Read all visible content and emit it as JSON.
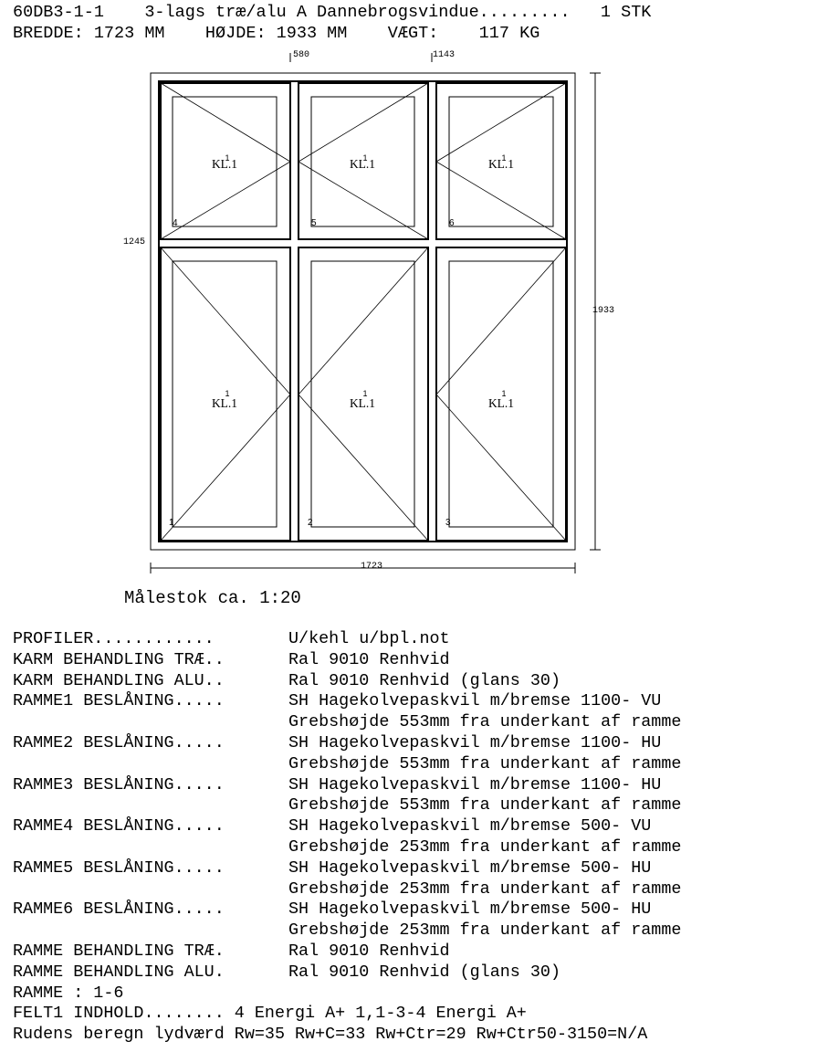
{
  "header": {
    "line1": "60DB3-1-1    3-lags træ/alu A Dannebrogsvindue.........   1 STK",
    "line2": "BREDDE: 1723 MM    HØJDE: 1933 MM    VÆGT:    117 KG"
  },
  "drawing": {
    "dim_top_left": "580",
    "dim_top_right": "1143",
    "dim_left": "1245",
    "dim_right": "1933",
    "dim_bottom": "1723",
    "panes": [
      {
        "label": "KL.1",
        "sup": "1",
        "num": "4"
      },
      {
        "label": "KL.1",
        "sup": "1",
        "num": "5"
      },
      {
        "label": "KL.1",
        "sup": "1",
        "num": "6"
      },
      {
        "label": "KL.1",
        "sup": "1",
        "num": "1"
      },
      {
        "label": "KL.1",
        "sup": "1",
        "num": "2"
      },
      {
        "label": "KL.1",
        "sup": "1",
        "num": "3"
      }
    ]
  },
  "scale": "Målestok ca. 1:20",
  "specs": [
    {
      "key": "PROFILER............",
      "val": "U/kehl u/bpl.not"
    },
    {
      "key": "KARM BEHANDLING TRÆ..",
      "val": "Ral 9010 Renhvid"
    },
    {
      "key": "KARM BEHANDLING ALU..",
      "val": "Ral 9010 Renhvid (glans 30)"
    },
    {
      "key": "RAMME1 BESLÅNING.....",
      "val": "SH Hagekolvepaskvil m/bremse 1100- VU"
    },
    {
      "key": "",
      "val": "Grebshøjde 553mm fra underkant af ramme"
    },
    {
      "key": "RAMME2 BESLÅNING.....",
      "val": "SH Hagekolvepaskvil m/bremse 1100- HU"
    },
    {
      "key": "",
      "val": "Grebshøjde 553mm fra underkant af ramme"
    },
    {
      "key": "RAMME3 BESLÅNING.....",
      "val": "SH Hagekolvepaskvil m/bremse 1100- HU"
    },
    {
      "key": "",
      "val": "Grebshøjde 553mm fra underkant af ramme"
    },
    {
      "key": "RAMME4 BESLÅNING.....",
      "val": "SH Hagekolvepaskvil m/bremse 500- VU"
    },
    {
      "key": "",
      "val": "Grebshøjde 253mm fra underkant af ramme"
    },
    {
      "key": "RAMME5 BESLÅNING.....",
      "val": "SH Hagekolvepaskvil m/bremse 500- HU"
    },
    {
      "key": "",
      "val": "Grebshøjde 253mm fra underkant af ramme"
    },
    {
      "key": "RAMME6 BESLÅNING.....",
      "val": "SH Hagekolvepaskvil m/bremse 500- HU"
    },
    {
      "key": "",
      "val": "Grebshøjde 253mm fra underkant af ramme"
    },
    {
      "key": "RAMME BEHANDLING TRÆ.",
      "val": "Ral 9010 Renhvid"
    },
    {
      "key": "RAMME BEHANDLING ALU.",
      "val": "Ral 9010 Renhvid (glans 30)"
    }
  ],
  "footer": [
    "RAMME : 1-6",
    "FELT1 INDHOLD........ 4 Energi A+ 1,1-3-4 Energi A+",
    "Rudens beregn lydværd Rw=35 Rw+C=33 Rw+Ctr=29 Rw+Ctr50-3150=N/A"
  ]
}
